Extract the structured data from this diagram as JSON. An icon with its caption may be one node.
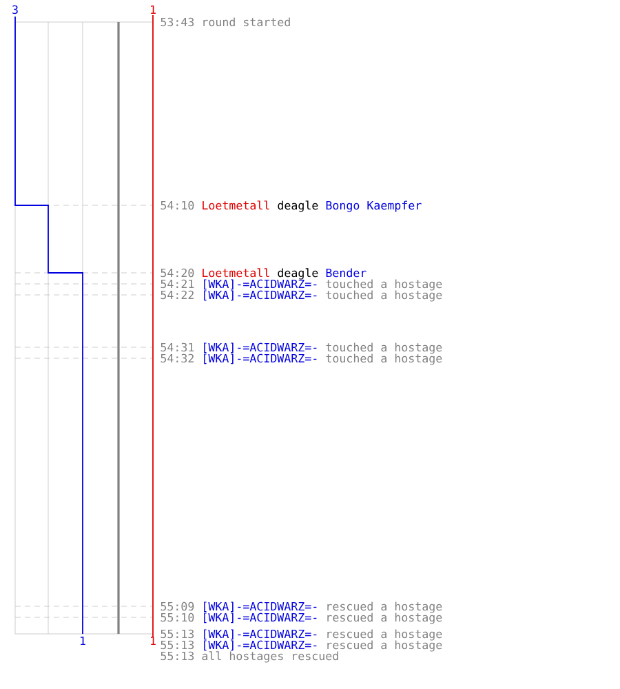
{
  "diagram": {
    "labels": [
      "3",
      "1",
      "53:43",
      "round started",
      "54:10",
      "Loetmetall",
      "deagle",
      "Bongo Kaempfer",
      "54:20",
      "Loetmetall",
      "deagle",
      "Bender",
      "54:21",
      "[WKA]-=ACIDWARZ=-",
      "touched a hostage",
      "54:22",
      "[WKA]-=ACIDWARZ=-",
      "touched a hostage",
      "54:31",
      "[WKA]-=ACIDWARZ=-",
      "touched a hostage",
      "54:32",
      "[WKA]-=ACIDWARZ=-",
      "touched a hostage",
      "55:09",
      "[WKA]-=ACIDWARZ=-",
      "rescued a hostage",
      "55:10",
      "[WKA]-=ACIDWARZ=-",
      "rescued a hostage",
      "55:13",
      "[WKA]-=ACIDWARZ=-",
      "rescued a hostage",
      "55:13",
      "[WKA]-=ACIDWARZ=-",
      "rescued a hostage",
      "55:13",
      "all hostages rescued",
      "1",
      "1"
    ]
  }
}
